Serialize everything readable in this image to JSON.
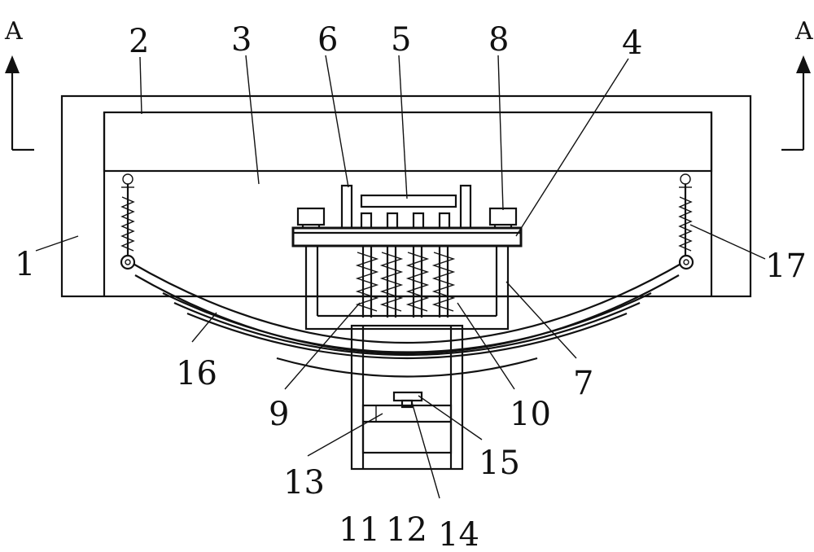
{
  "section_marker": {
    "left": "A",
    "right": "A"
  },
  "labels": {
    "n1": "1",
    "n2": "2",
    "n3": "3",
    "n4": "4",
    "n5": "5",
    "n6": "6",
    "n7": "7",
    "n8": "8",
    "n9": "9",
    "n10": "10",
    "n11": "11",
    "n12": "12",
    "n13": "13",
    "n14": "14",
    "n15": "15",
    "n16": "16",
    "n17": "17"
  }
}
